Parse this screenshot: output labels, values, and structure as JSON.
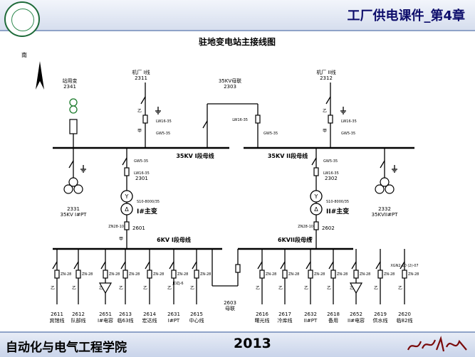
{
  "header": {
    "deck_title": "工厂供电课件_第4章"
  },
  "diagram": {
    "title": "驻地变电站主接线图",
    "compass": "南",
    "texts": {
      "station_tf": "站用变",
      "station_tf_no": "2341",
      "line1": "机厂 I线",
      "line1_no": "2311",
      "tie35": "35KV母联",
      "tie35_no": "2303",
      "line2": "机厂 II线",
      "line2_no": "2312",
      "bus35_1": "35KV I段母线",
      "bus35_2": "35KV II段母线",
      "pt1_no": "2331",
      "pt1": "35KV I#PT",
      "pt2_no": "2332",
      "pt2": "35KVII#PT",
      "t1_no": "2301",
      "t2_no": "2302",
      "t1": "I#主变",
      "t2": "II#主变",
      "t_model": "S10-8000/35",
      "bk1_no": "2601",
      "bk2_no": "2602",
      "bus6_1": "6KV I段母线",
      "bus6_2": "6KVII段母线",
      "tie6_no": "2603",
      "tie6": "母联",
      "lw": "LW16-35",
      "gw": "GW5-35",
      "zn2810": "ZN28-10",
      "zn28": "ZN-28",
      "jdzj": "JDZJ-6",
      "xgn": "XGN2-10\n(2)-07",
      "jia": "甲",
      "yi": "乙"
    },
    "feeders": [
      {
        "no": "2611",
        "name": "宾馆线"
      },
      {
        "no": "2612",
        "name": "队部线"
      },
      {
        "no": "2651",
        "name": "I#电容"
      },
      {
        "no": "2613",
        "name": "临63线"
      },
      {
        "no": "2614",
        "name": "宏达线"
      },
      {
        "no": "2631",
        "name": "I#PT"
      },
      {
        "no": "2615",
        "name": "中心线"
      },
      {
        "no": "2616",
        "name": "曙光线"
      },
      {
        "no": "2617",
        "name": "冷库线"
      },
      {
        "no": "2632",
        "name": "II#PT"
      },
      {
        "no": "2618",
        "name": "备用"
      },
      {
        "no": "2652",
        "name": "II#电容"
      },
      {
        "no": "2619",
        "name": "供水线"
      },
      {
        "no": "2620",
        "name": "临82线"
      }
    ]
  },
  "footer": {
    "college": "自动化与电气工程学院",
    "year": "2013",
    "signature": "济南大学"
  }
}
